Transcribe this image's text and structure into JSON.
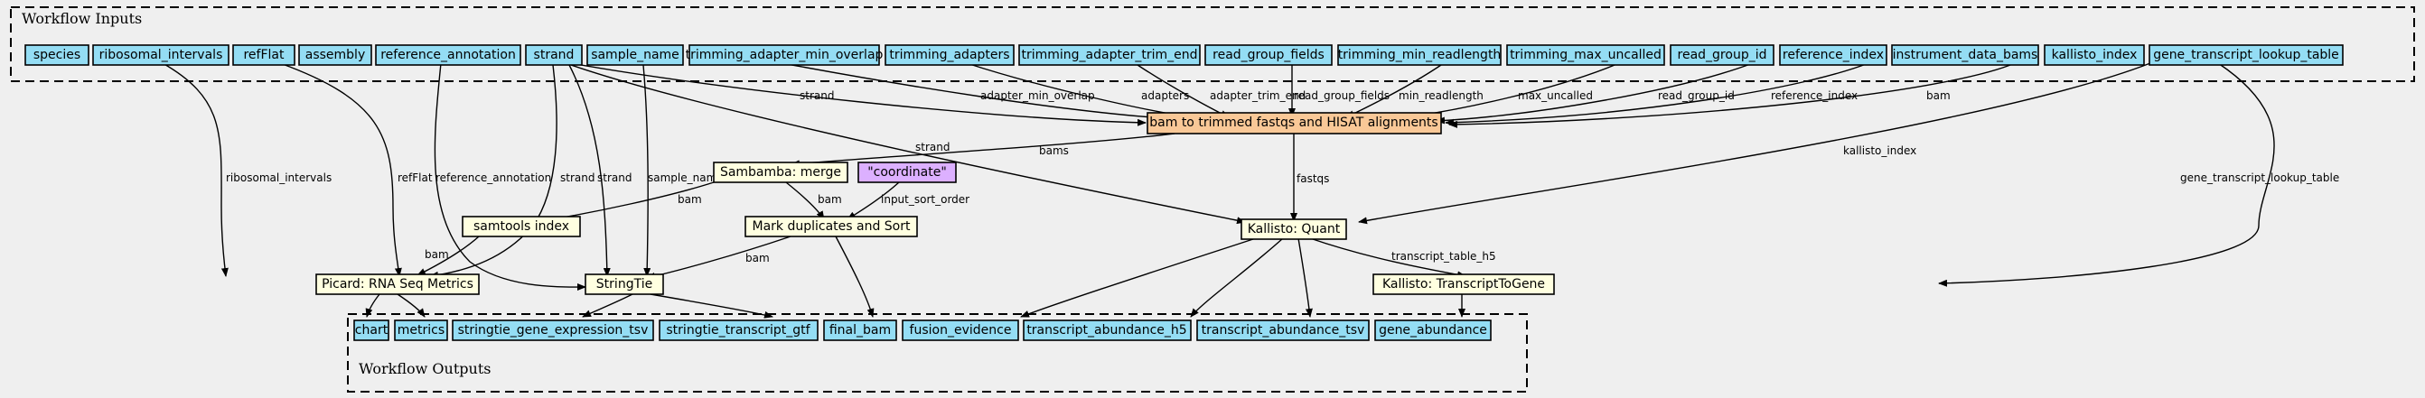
{
  "clusters": {
    "inputs": "Workflow Inputs",
    "outputs": "Workflow Outputs"
  },
  "nodes": {
    "species": "species",
    "ribosomal_intervals": "ribosomal_intervals",
    "refFlat": "refFlat",
    "assembly": "assembly",
    "reference_annotation": "reference_annotation",
    "strand": "strand",
    "sample_name": "sample_name",
    "trimming_adapter_min_overlap": "trimming_adapter_min_overlap",
    "trimming_adapters": "trimming_adapters",
    "trimming_adapter_trim_end": "trimming_adapter_trim_end",
    "read_group_fields": "read_group_fields",
    "trimming_min_readlength": "trimming_min_readlength",
    "trimming_max_uncalled": "trimming_max_uncalled",
    "read_group_id": "read_group_id",
    "reference_index": "reference_index",
    "instrument_data_bams": "instrument_data_bams",
    "kallisto_index": "kallisto_index",
    "gene_transcript_lookup_table": "gene_transcript_lookup_table",
    "bam_to_trimmed": "bam to trimmed fastqs and HISAT alignments",
    "sambamba_merge": "Sambamba: merge",
    "coordinate": "\"coordinate\"",
    "samtools_index": "samtools index",
    "mark_duplicates": "Mark duplicates and Sort",
    "kallisto_quant": "Kallisto: Quant",
    "picard_rnaseq": "Picard: RNA Seq Metrics",
    "stringtie": "StringTie",
    "kallisto_t2g": "Kallisto: TranscriptToGene",
    "chart": "chart",
    "metrics": "metrics",
    "stringtie_gene_expression_tsv": "stringtie_gene_expression_tsv",
    "stringtie_transcript_gtf": "stringtie_transcript_gtf",
    "final_bam": "final_bam",
    "fusion_evidence": "fusion_evidence",
    "transcript_abundance_h5": "transcript_abundance_h5",
    "transcript_abundance_tsv": "transcript_abundance_tsv",
    "gene_abundance": "gene_abundance"
  },
  "edges": {
    "strand_hisat": "strand",
    "adapter_min_overlap": "adapter_min_overlap",
    "adapters": "adapters",
    "adapter_trim_end": "adapter_trim_end",
    "read_group_fields": "read_group_fields",
    "min_readlength": "min_readlength",
    "max_uncalled": "max_uncalled",
    "read_group_id": "read_group_id",
    "reference_index": "reference_index",
    "bam": "bam",
    "kallisto_index": "kallisto_index",
    "strand_kallisto": "strand",
    "bams": "bams",
    "fastqs": "fastqs",
    "ribosomal_intervals": "ribosomal_intervals",
    "refFlat": "refFlat",
    "reference_annotation": "reference_annotation",
    "strand_picard": "strand",
    "strand_stringtie": "strand",
    "sample_name": "sample_name",
    "gene_transcript_lookup_table": "gene_transcript_lookup_table",
    "bam_samtools": "bam",
    "bam_markdup": "bam",
    "input_sort_order": "input_sort_order",
    "bam_picard": "bam",
    "bam_stringtie": "bam",
    "transcript_table_h5": "transcript_table_h5"
  }
}
